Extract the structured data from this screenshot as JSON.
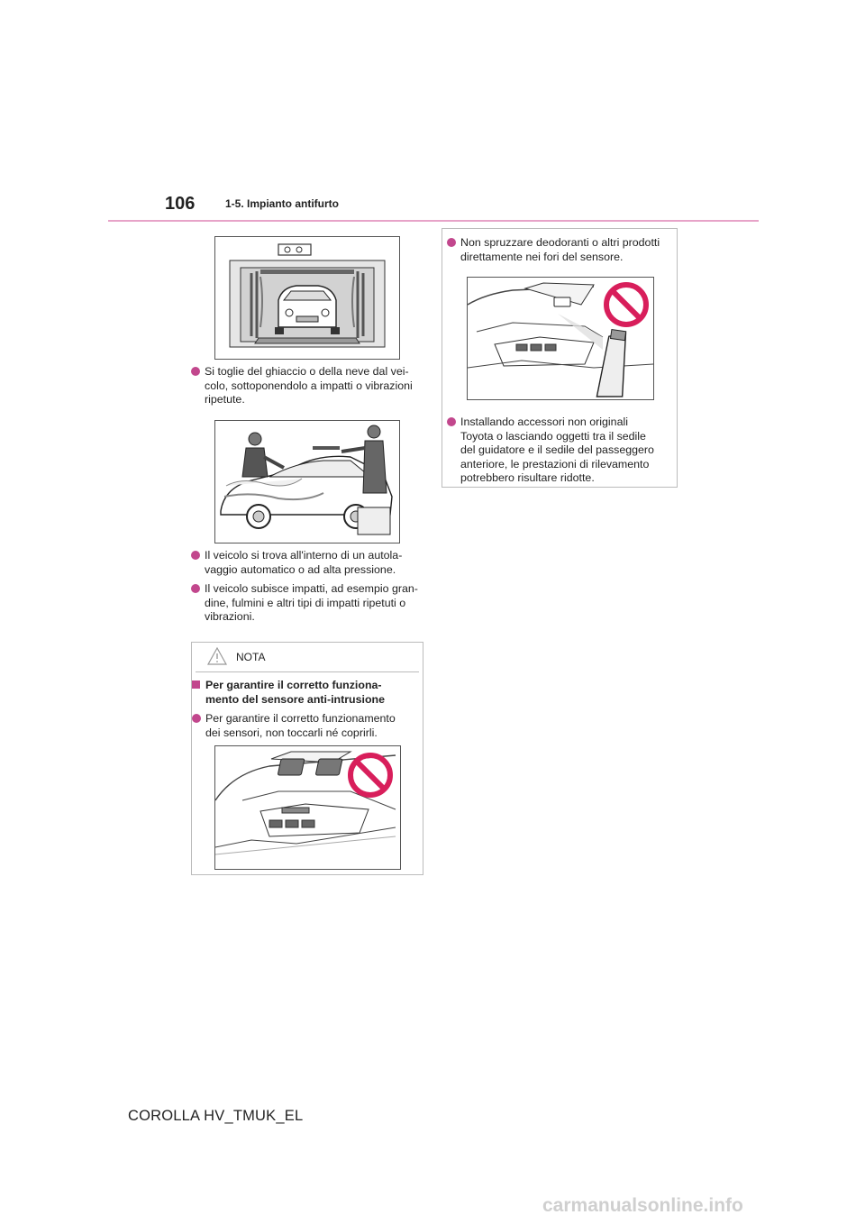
{
  "header": {
    "page_number": "106",
    "section": "1-5. Impianto antifurto"
  },
  "left": {
    "bullets1": [
      "Si toglie del ghiaccio o della neve dal vei-\ncolo, sottoponendolo a impatti o vibrazioni\nripetute."
    ],
    "bullets2": [
      "Il veicolo si trova all'interno di un autola-\nvaggio automatico o ad alta pressione.",
      "Il veicolo subisce impatti, ad esempio gran-\ndine, fulmini e altri tipi di impatti ripetuti o\nvibrazioni."
    ]
  },
  "note": {
    "label": "NOTA",
    "heading": "Per garantire il corretto funziona-\nmento del sensore anti-intrusione",
    "bullet": "Per garantire il corretto funzionamento\ndei sensori, non toccarli né coprirli."
  },
  "right": {
    "bullet1": "Non spruzzare deodoranti o altri prodotti\ndirettamente nei fori del sensore.",
    "bullet2": "Installando accessori non originali\nToyota o lasciando oggetti tra il sedile\ndel guidatore e il sedile del passeggero\nanteriore, le prestazioni di rilevamento\npotrebbero risultare ridotte."
  },
  "footer": {
    "model": "COROLLA HV_TMUK_EL"
  },
  "watermark": "carmanualsonline.info",
  "colors": {
    "accent": "#c2478d",
    "rule": "#e7a3c8",
    "prohibit": "#d81e5b"
  }
}
